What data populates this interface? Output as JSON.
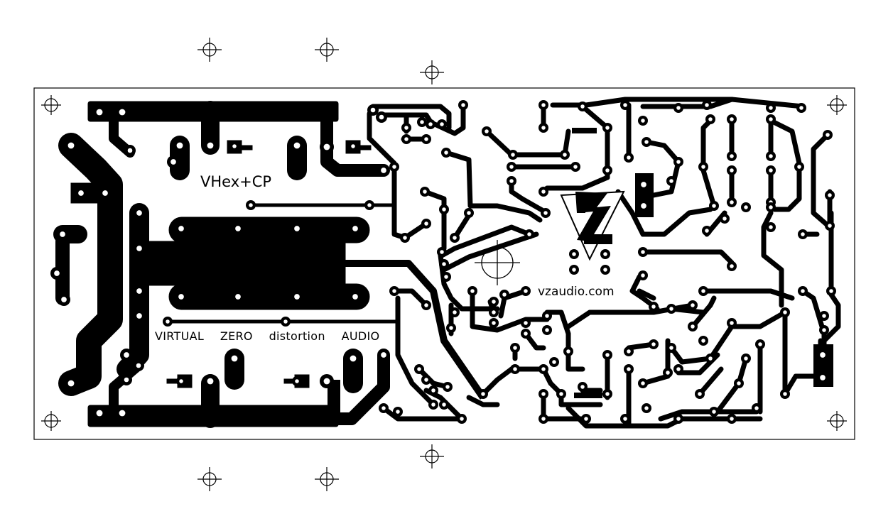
{
  "board": {
    "name_label": "VHex+CP",
    "website_label": "vzaudio.com",
    "brand_label": "VIRTUAL  ZERO  distortion  AUDIO"
  },
  "colors": {
    "copper": "#000000",
    "background": "#ffffff",
    "outline": "#000000"
  },
  "icons": [
    "registration-mark-icon",
    "mounting-hole-icon",
    "vz-logo-icon"
  ]
}
